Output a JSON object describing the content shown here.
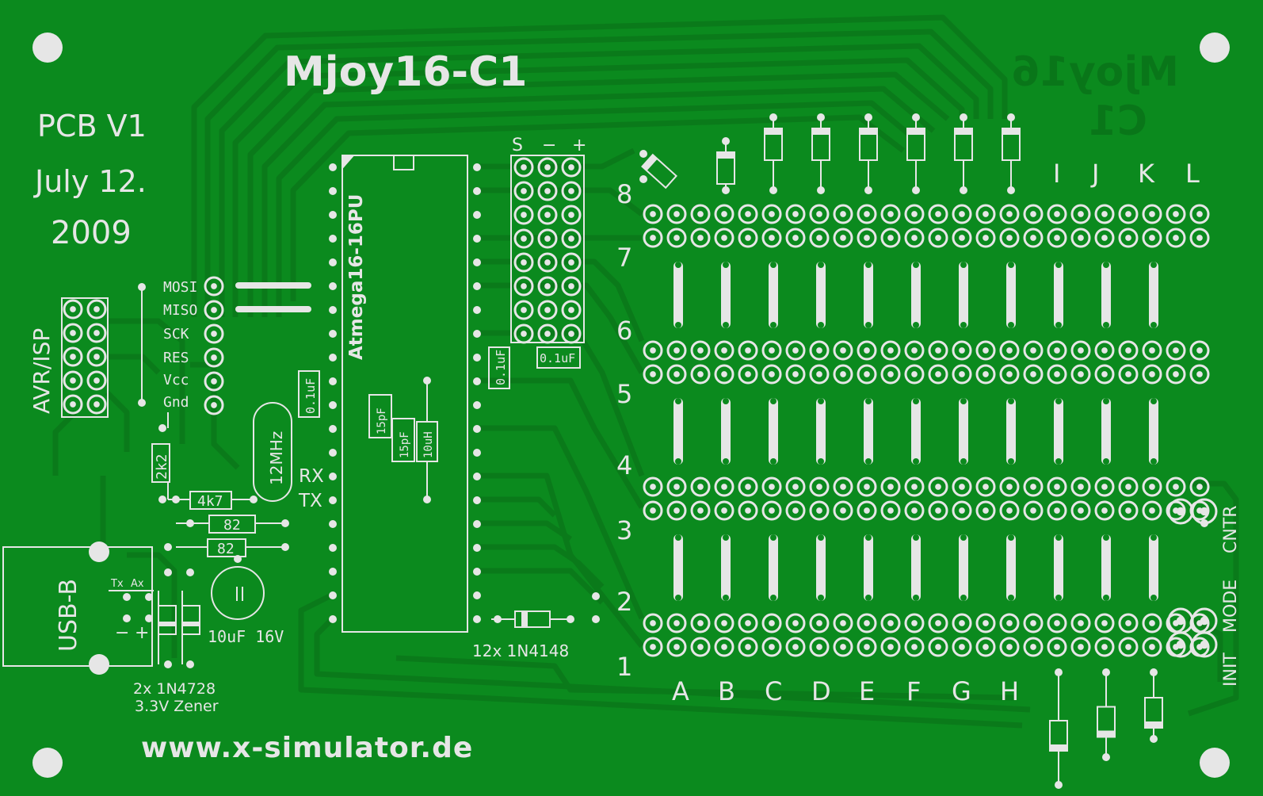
{
  "board": {
    "title": "Mjoy16-C1",
    "mirror_title_line1": "Mjoy16",
    "mirror_title_line2": "C1",
    "pcb_version": "PCB V1",
    "date_line1": "July 12.",
    "date_line2": "2009",
    "website": "www.x-simulator.de"
  },
  "isp": {
    "header_label": "AVR/ISP",
    "pins": [
      "MOSI",
      "MISO",
      "SCK",
      "RES",
      "Vcc",
      "Gnd"
    ]
  },
  "components": {
    "mcu": "Atmega16-16PU",
    "crystal": "12MHz",
    "resistor_2k2": "2k2",
    "resistor_4k7": "4k7",
    "resistor_82_a": "82",
    "resistor_82_b": "82",
    "cap_left": "0.1uF",
    "cap_mid": "0.1uF",
    "cap_right": "0.1uF",
    "cap_15pf_a": "15pF",
    "cap_15pf_b": "15pF",
    "inductor": "10uH",
    "electrolytic": "10uF 16V",
    "diodes_note": "12x 1N4148",
    "zener_line1": "2x 1N4728",
    "zener_line2": "3.3V Zener",
    "usb": "USB-B",
    "tx": "Tx",
    "ax": "Ax",
    "minus": "−",
    "plus": "+",
    "rx_label": "RX",
    "tx_label": "TX"
  },
  "servo_header": {
    "s": "S",
    "minus": "−",
    "plus": "+"
  },
  "matrix": {
    "rows": [
      "1",
      "2",
      "3",
      "4",
      "5",
      "6",
      "7",
      "8"
    ],
    "cols_bottom": [
      "A",
      "B",
      "C",
      "D",
      "E",
      "F",
      "G",
      "H"
    ],
    "cols_top": [
      "I",
      "J",
      "K",
      "L"
    ]
  },
  "side_labels": {
    "init": "INIT",
    "mode": "MODE",
    "cntr": "CNTR"
  },
  "colors": {
    "board": "#0b8a1e",
    "trace": "#0a7a1a",
    "trace_edge": "#066212",
    "silk": "#e6e6e6",
    "pad": "#e6e6e6",
    "hole": "#0b8a1e"
  }
}
